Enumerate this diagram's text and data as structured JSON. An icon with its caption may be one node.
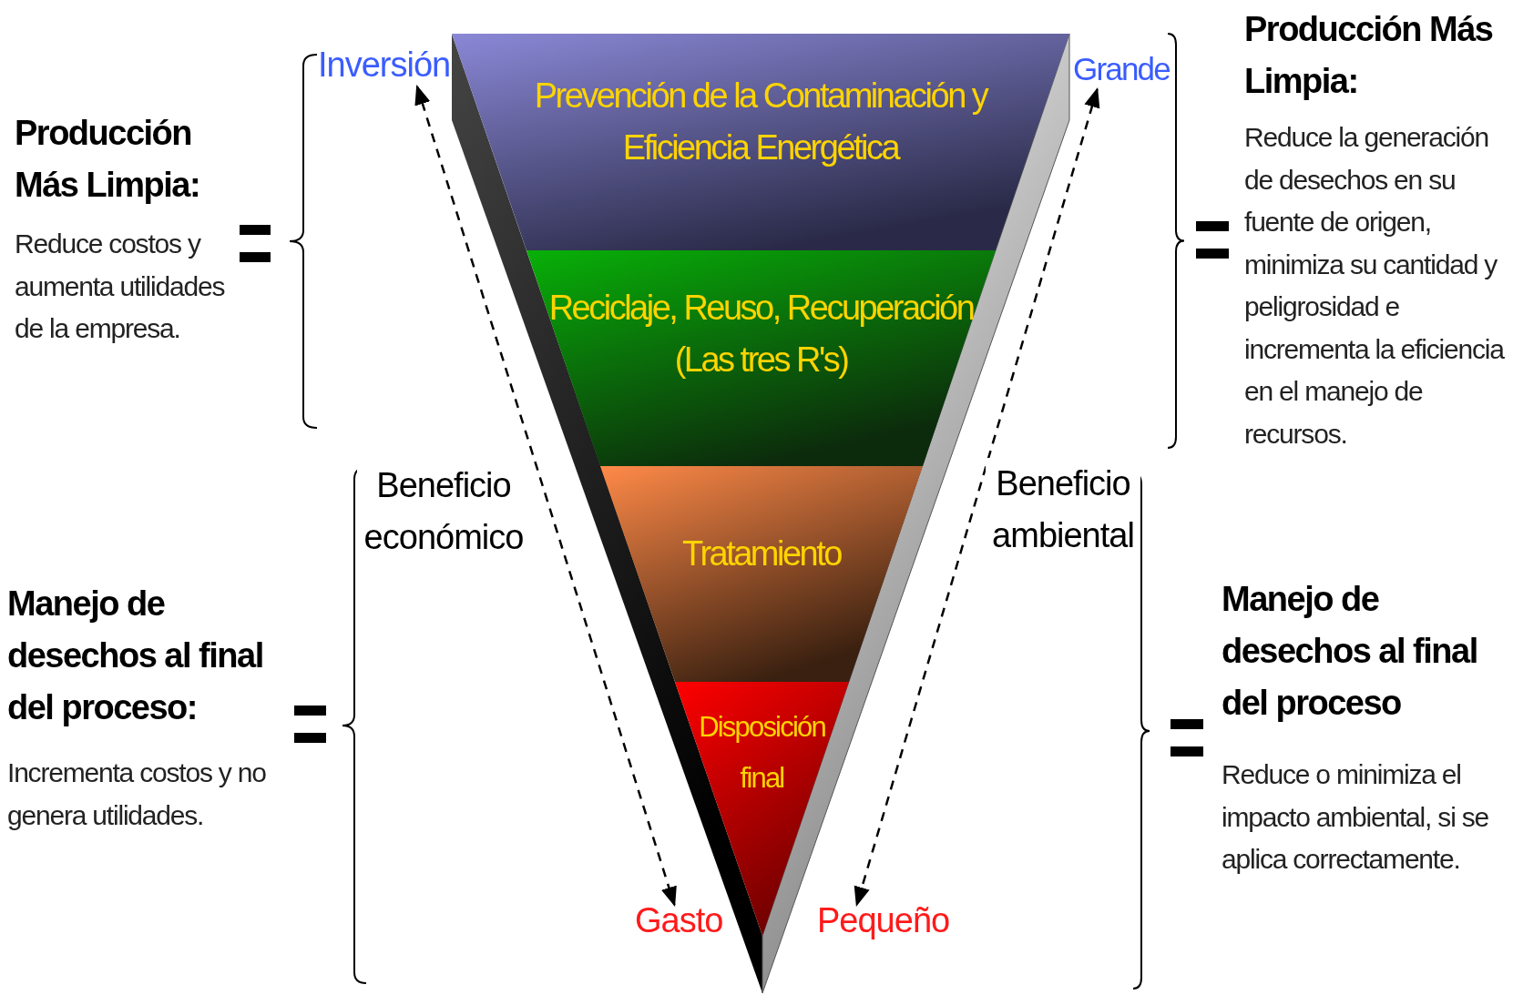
{
  "diagram": {
    "nodes": [
      {
        "text": [
          "Prevención de la Contaminación y Eficiencia Energética"
        ]
      },
      {
        "text": [
          "Reciclaje, Reuso, Recuperación (Las tres R's)"
        ]
      },
      {
        "text": [
          "Tratamiento"
        ]
      },
      {
        "text": [
          "Disposición final"
        ]
      },
      {
        "text": [
          "Inversión"
        ]
      },
      {
        "text": [
          "Gasto"
        ]
      },
      {
        "text": [
          "Grande"
        ]
      },
      {
        "text": [
          "Pequeño"
        ]
      }
    ],
    "edges": [
      {
        "from": 4,
        "to": 5,
        "arrow": "both",
        "style": "dashed",
        "label": "Beneficio económico"
      },
      {
        "from": 6,
        "to": 7,
        "arrow": "both",
        "style": "dashed",
        "label": "Beneficio ambiental"
      }
    ],
    "labels": [
      "Producción Más Limpia:",
      "Reduce costos y aumenta utilidades de la empresa.",
      "Producción Más Limpia:",
      "Reduce la generación de desechos en su fuente de origen, minimiza su cantidad y peligrosidad e incrementa la eficiencia en el manejo de recursos.",
      "Manejo de desechos al final del proceso:",
      "Incrementa costos y no genera utilidades.",
      "Manejo de desechos al final del proceso",
      "Reduce o minimiza el impacto ambiental, si se aplica correctamente."
    ]
  }
}
